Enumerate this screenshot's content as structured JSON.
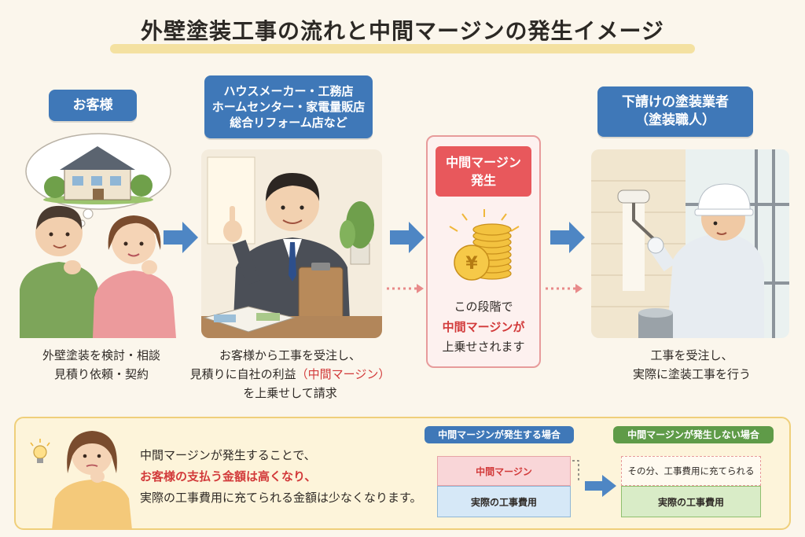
{
  "title": "外壁塗装工事の流れと中間マージンの発生イメージ",
  "steps": {
    "customer": {
      "label": "お客様",
      "caption": [
        "外壁塗装を検討・相談",
        "見積り依頼・契約"
      ]
    },
    "maker": {
      "label_lines": [
        "ハウスメーカー・工務店",
        "ホームセンター・家電量販店",
        "総合リフォーム店など"
      ],
      "caption_line1": "お客様から工事を受注し、",
      "caption_line2_pre": "見積りに自社の利益",
      "caption_line2_red": "（中間マージン）",
      "caption_line3": "を上乗せして請求"
    },
    "margin": {
      "label_lines": [
        "中間マージン",
        "発生"
      ],
      "caption_line1": "この段階で",
      "caption_line2_red": "中間マージンが",
      "caption_line3": "上乗せされます"
    },
    "contractor": {
      "label_lines": [
        "下請けの塗装業者",
        "（塗装職人）"
      ],
      "caption": [
        "工事を受注し、",
        "実際に塗装工事を行う"
      ]
    }
  },
  "bottom": {
    "line1": "中間マージンが発生することで、",
    "line2_red": "お客様の支払う金額は高くなり、",
    "line3": "実際の工事費用に充てられる金額は少なくなります。",
    "with_margin": {
      "header": "中間マージンが発生する場合",
      "top_cell": "中間マージン",
      "bottom_cell": "実際の工事費用"
    },
    "without_margin": {
      "header": "中間マージンが発生しない場合",
      "top_cell": "その分、工事費用に充てられる",
      "bottom_cell": "実際の工事費用"
    }
  },
  "colors": {
    "label_blue": "#3f78b8",
    "accent_red": "#d23a3a",
    "margin_red": "#e8585c",
    "green": "#5f9b48",
    "panel_yellow": "#fdf4da"
  },
  "icons": [
    "house-icon",
    "lightbulb-icon",
    "coin-stack-icon",
    "arrow-right-icon"
  ]
}
